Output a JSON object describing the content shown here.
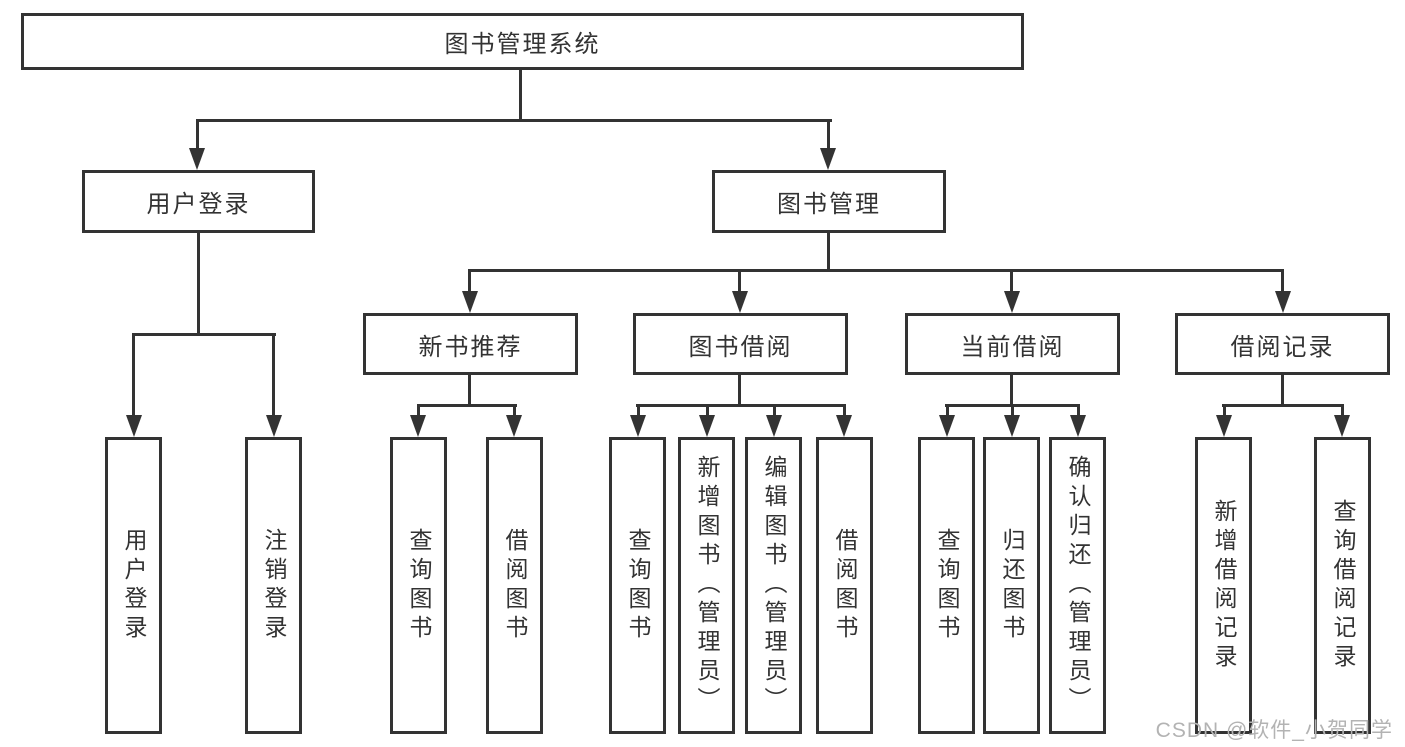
{
  "diagram": {
    "root": {
      "label": "图书管理系统"
    },
    "user_login": {
      "label": "用户登录",
      "children": [
        {
          "label": "用户登录"
        },
        {
          "label": "注销登录"
        }
      ]
    },
    "book_mgmt": {
      "label": "图书管理",
      "children": [
        {
          "label": "新书推荐",
          "children": [
            {
              "label": "查询图书"
            },
            {
              "label": "借阅图书"
            }
          ]
        },
        {
          "label": "图书借阅",
          "children": [
            {
              "label": "查询图书"
            },
            {
              "label": "新增图书（管理员）"
            },
            {
              "label": "编辑图书（管理员）"
            },
            {
              "label": "借阅图书"
            }
          ]
        },
        {
          "label": "当前借阅",
          "children": [
            {
              "label": "查询图书"
            },
            {
              "label": "归还图书"
            },
            {
              "label": "确认归还（管理员）"
            }
          ]
        },
        {
          "label": "借阅记录",
          "children": [
            {
              "label": "新增借阅记录"
            },
            {
              "label": "查询借阅记录"
            }
          ]
        }
      ]
    }
  },
  "watermark": "CSDN @软件_小贺同学",
  "colors": {
    "line": "#333333",
    "text": "#333333",
    "box_fill": "#ffffff",
    "watermark": "#b3b3b3",
    "background": "#ffffff"
  }
}
